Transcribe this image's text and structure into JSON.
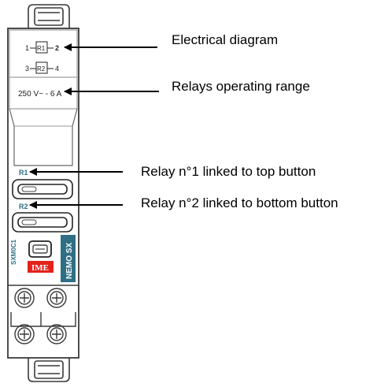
{
  "device": {
    "diagram_line1": {
      "left": "1",
      "relay": "R1",
      "right": "2"
    },
    "diagram_line2": {
      "left": "3",
      "relay": "R2",
      "right": "4"
    },
    "rating": "250 V~ - 6 A",
    "relay1_label": "R1",
    "relay2_label": "R2",
    "side_code": "SXM0C1",
    "brand": "IME",
    "product": "NEMO SX"
  },
  "callouts": {
    "electrical_diagram": "Electrical diagram",
    "operating_range": "Relays operating range",
    "relay1": "Relay n°1 linked to top button",
    "relay2": "Relay n°2 linked to bottom button"
  },
  "colors": {
    "outline": "#3a3a3a",
    "body": "#ffffff",
    "brand_red": "#e2231a",
    "product_teal": "#2f6f85"
  }
}
